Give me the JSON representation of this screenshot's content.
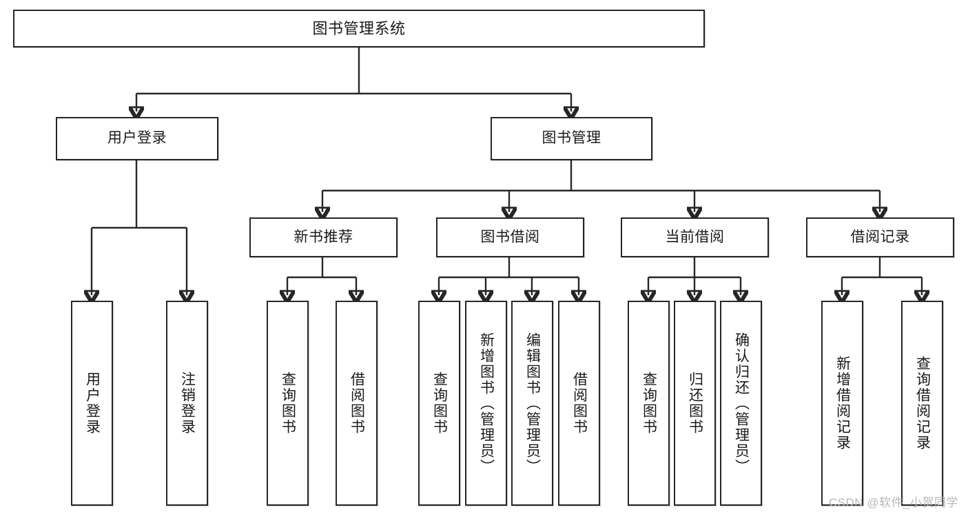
{
  "diagram": {
    "title": "图书管理系统",
    "type": "tree-hierarchy",
    "root": {
      "label": "图书管理系统"
    },
    "level2": [
      {
        "label": "用户登录"
      },
      {
        "label": "图书管理"
      }
    ],
    "level3": [
      {
        "label": "新书推荐"
      },
      {
        "label": "图书借阅"
      },
      {
        "label": "当前借阅"
      },
      {
        "label": "借阅记录"
      }
    ],
    "leaves": {
      "user_login": [
        {
          "label": "用户登录"
        },
        {
          "label": "注销登录"
        }
      ],
      "new_book_recommend": [
        {
          "label": "查询图书"
        },
        {
          "label": "借阅图书"
        }
      ],
      "book_borrow": [
        {
          "label": "查询图书"
        },
        {
          "label": "新增图书（管理员）"
        },
        {
          "label": "编辑图书（管理员）"
        },
        {
          "label": "借阅图书"
        }
      ],
      "current_borrow": [
        {
          "label": "查询图书"
        },
        {
          "label": "归还图书"
        },
        {
          "label": "确认归还（管理员）"
        }
      ],
      "borrow_records": [
        {
          "label": "新增借阅记录"
        },
        {
          "label": "查询借阅记录"
        }
      ]
    }
  },
  "watermark": {
    "text": "CSDN @软件_小贺同学"
  },
  "colors": {
    "border": "#262626",
    "background": "#ffffff",
    "text": "#1a1a1a",
    "watermark": "#b8b8b8"
  }
}
